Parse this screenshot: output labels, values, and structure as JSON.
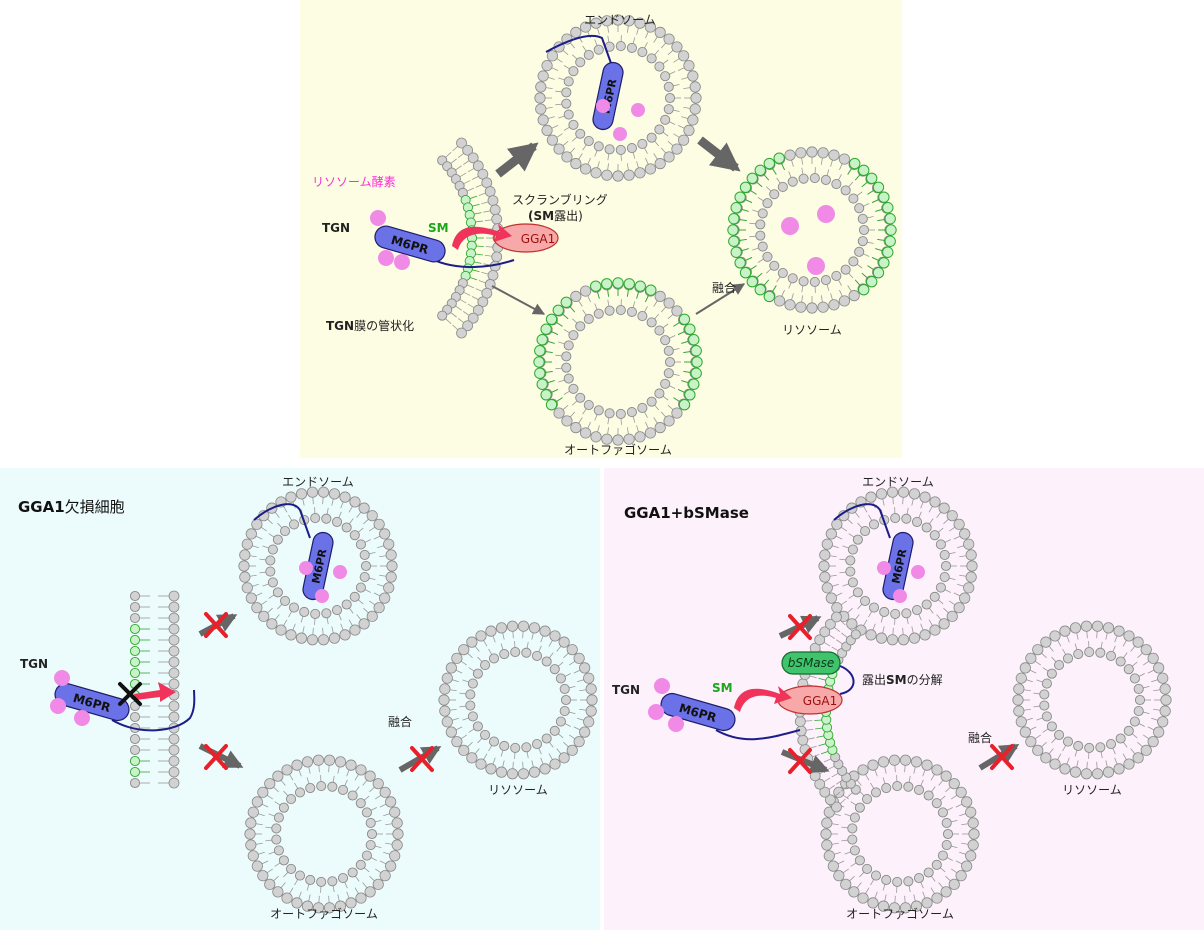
{
  "colors": {
    "panel_top": "#fdfde3",
    "panel_left": "#ecfcfc",
    "panel_right": "#fdf1fb",
    "lipid": "#d2d2d2",
    "sm_lipid": "#6fdc6f",
    "m6pr": "#6b72e8",
    "enzyme": "#f08ae6",
    "gga1": "#f7a8a8",
    "bsmase": "#3fc46b",
    "arrow": "#666666",
    "scramble_arrow": "#f0335a",
    "block": "#e8202a",
    "magenta_text": "#ff2cd8",
    "green_text": "#1aa81a",
    "tether": "#1d1d8a"
  },
  "icons": [
    "lipid-bilayer-vesicle",
    "m6pr-receptor",
    "lysosomal-enzyme-dot",
    "block-cross",
    "gray-arrow"
  ],
  "top": {
    "endosome": "エンドソーム",
    "lysosome": "リソソーム",
    "autophagosome": "オートファゴソーム",
    "enzyme_label": "リソソーム酵素",
    "tgn": "TGN",
    "sm": "SM",
    "scramble_line1": "スクランブリング",
    "scramble_line2_bold": "(SM",
    "scramble_line2_rest": "露出)",
    "gga1": "GGA1",
    "m6pr": "M6PR",
    "fusion": "融合",
    "tubulation_bold": "TGN",
    "tubulation_rest": "膜の管状化"
  },
  "left": {
    "title_bold": "GGA1",
    "title_rest": "欠損細胞",
    "endosome": "エンドソーム",
    "tgn": "TGN",
    "m6pr": "M6PR",
    "fusion": "融合",
    "lysosome": "リソソーム",
    "autophagosome": "オートファゴソーム"
  },
  "right": {
    "title": "GGA1+bSMase",
    "endosome": "エンドソーム",
    "bsmase": "bSMase",
    "degrade_pre": "露出",
    "degrade_bold": "SM",
    "degrade_post": "の分解",
    "tgn": "TGN",
    "sm": "SM",
    "gga1": "GGA1",
    "m6pr": "M6PR",
    "fusion": "融合",
    "lysosome": "リソソーム",
    "autophagosome": "オートファゴソーム"
  }
}
